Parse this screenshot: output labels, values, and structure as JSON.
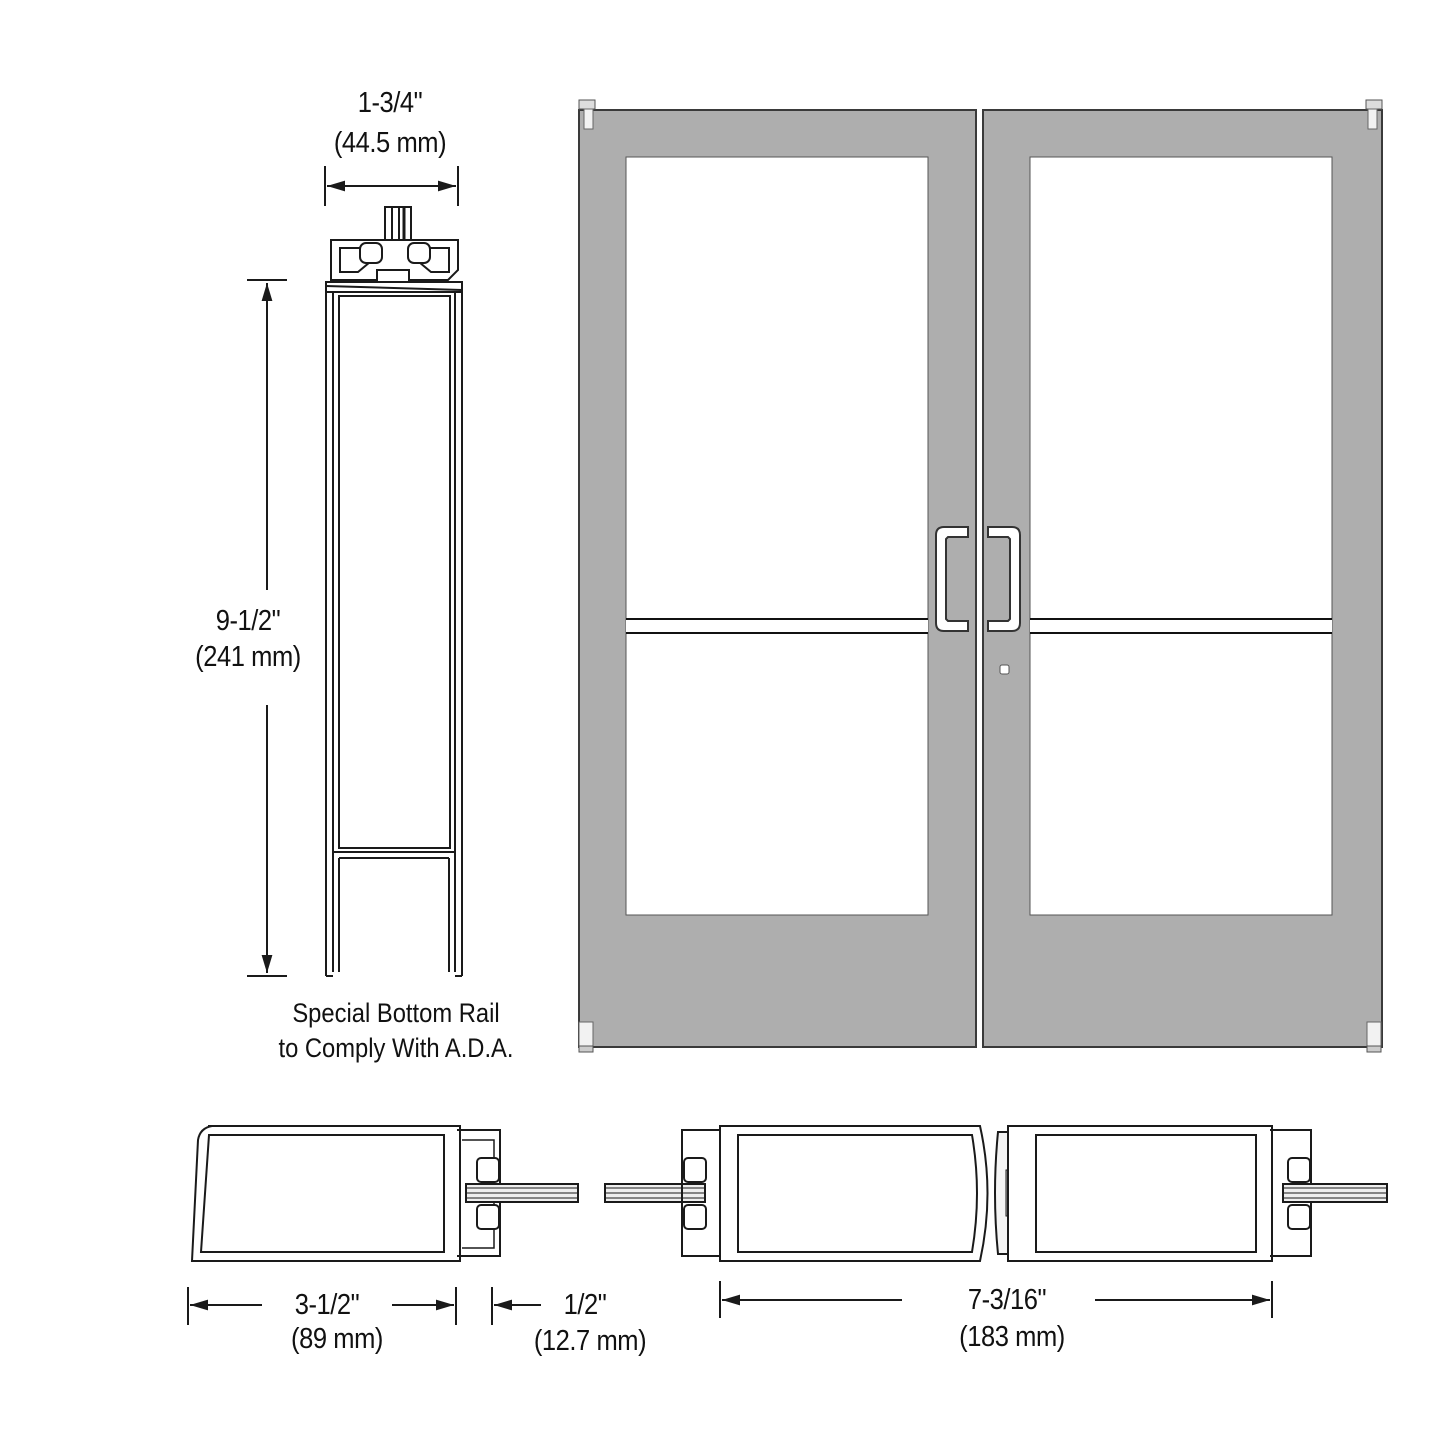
{
  "diagram": {
    "subject": "Double glass door elevation with stile and rail section details",
    "colors": {
      "door_finish": "#aeaeae",
      "line": "#1a1a1a",
      "glass": "#ffffff",
      "background": "#ffffff"
    },
    "top_rail_section": {
      "width_in": "1-3/4\"",
      "width_mm": "(44.5 mm)"
    },
    "bottom_rail_section": {
      "height_in": "9-1/2\"",
      "height_mm": "(241 mm)",
      "caption_line1": "Special Bottom Rail",
      "caption_line2": "to Comply With A.D.A."
    },
    "door_elevation": {
      "leaves": 2,
      "hardware": [
        "top-pivot",
        "bottom-pivot",
        "pull-handle",
        "lock-cylinder",
        "horizontal-mid-rail"
      ]
    },
    "plan_sections": {
      "stile_width_in": "3-1/2\"",
      "stile_width_mm": "(89 mm)",
      "glass_offset_in": "1/2\"",
      "glass_offset_mm": "(12.7 mm)",
      "meeting_stiles_in": "7-3/16\"",
      "meeting_stiles_mm": "(183 mm)"
    }
  }
}
